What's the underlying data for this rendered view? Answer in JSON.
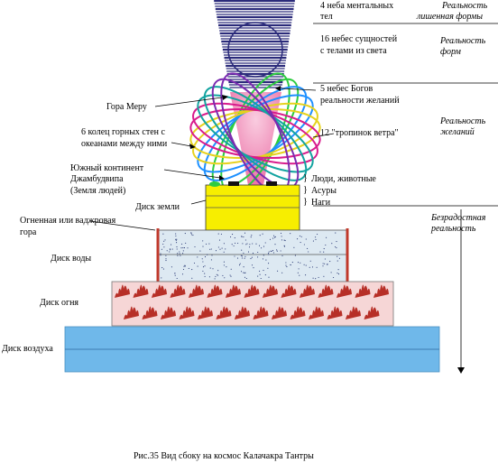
{
  "labels": {
    "heaven4": [
      "4 неба ментальных",
      "тел"
    ],
    "heaven16": [
      "16 небес сущностей",
      "с телами из света"
    ],
    "heaven5": [
      "5 небес Богов",
      "реальности желаний"
    ],
    "paths12": "12 \"тропинок ветра\"",
    "meru": "Гора Меру",
    "rings6": [
      "6 колец горных стен с",
      "океанами между ними"
    ],
    "south": [
      "Южный континент",
      "Джамбудвипа",
      "(Земля людей)"
    ],
    "beings": [
      "Люди, животные",
      "Асуры",
      "Наги"
    ],
    "earth": "Диск земли",
    "fire_mount": [
      "Огненная или ваджровая",
      "гора"
    ],
    "water": "Диск воды",
    "fire": "Диск огня",
    "air": "Диск воздуха"
  },
  "realities": {
    "formless": [
      "Реальность",
      "лишенная формы"
    ],
    "form": [
      "Реальность",
      "форм"
    ],
    "desire": [
      "Реальность",
      "желаний"
    ],
    "joyless": [
      "Безрадостная",
      "реальность"
    ]
  },
  "caption": "Рис.35   Вид сбоку  на космос Калачакра Тантры",
  "colors": {
    "stripes": "#2a2a7a",
    "pink": "#f4a6c8",
    "earth": "#f7ee00",
    "water": "#dde9f2",
    "fire": "#f6d6d6",
    "fire_flame": "#b3261e",
    "air": "#6fb8ea",
    "mountain": "#c0392b"
  }
}
